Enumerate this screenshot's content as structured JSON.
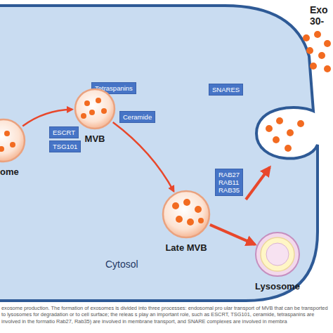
{
  "diagram": {
    "caption": "exosome production. The formation of exosomes is divided into three processes: endosomal pro ular transport of MVB that can be transported to lysosomes for degradation or to cell surface; the releas s play an important role, such as ESCRT, TSG101, ceramide, tetraspanins are involved in the formatio Rab27, Rab35) are involved in membrane transport, and SNARE complexes are involved in membra",
    "nodes": [
      {
        "text": [
          "Cytosol"
        ]
      },
      {
        "text": [
          "Tetraspanins"
        ],
        "in": 0
      },
      {
        "text": [
          "SNARES"
        ],
        "in": 0
      },
      {
        "text": [
          "ome"
        ],
        "in": 0
      },
      {
        "text": [
          "MVB"
        ],
        "in": 0
      },
      {
        "text": [
          "Ceramide"
        ],
        "in": 0
      },
      {
        "text": [
          "ESCRT"
        ],
        "in": 0
      },
      {
        "text": [
          "TSG101"
        ],
        "in": 0
      },
      {
        "text": [
          "RAB27 RAB11 RAB35"
        ],
        "in": 0
      },
      {
        "text": [
          "Late MVB"
        ],
        "in": 0
      },
      {
        "text": [
          "Lysosome"
        ],
        "in": 0
      }
    ],
    "edges": [
      {
        "from": 3,
        "to": 4,
        "arrow": "to"
      },
      {
        "from": 4,
        "to": 9,
        "arrow": "to"
      },
      {
        "from": 9,
        "to": 10,
        "arrow": "to"
      }
    ],
    "labels": [
      "Exo",
      "30-"
    ]
  }
}
